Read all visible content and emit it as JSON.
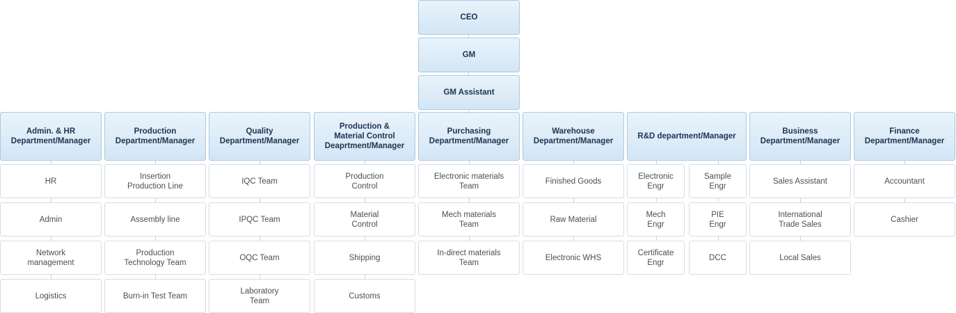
{
  "top": [
    "CEO",
    "GM",
    "GM Assistant"
  ],
  "departments": [
    {
      "title": "Admin. & HR\nDepartment/Manager",
      "items": [
        "HR",
        "Admin",
        "Network\nmanagement",
        "Logistics"
      ]
    },
    {
      "title": "Production\nDepartment/Manager",
      "items": [
        "Insertion\nProduction Line",
        "Assembly line",
        "Production\nTechnology Team",
        "Burn-in Test Team"
      ]
    },
    {
      "title": "Quality\nDepartment/Manager",
      "items": [
        "IQC Team",
        "IPQC Team",
        "OQC Team",
        "Laboratory\nTeam"
      ]
    },
    {
      "title": "Production &\nMaterial Control\nDeaprtment/Manager",
      "items": [
        "Production\nControl",
        "Material\nControl",
        "Shipping",
        "Customs"
      ]
    },
    {
      "title": "Purchasing\nDepartment/Manager",
      "items": [
        "Electronic materials\nTeam",
        "Mech materials\nTeam",
        "In-direct materials\nTeam"
      ]
    },
    {
      "title": "Warehouse\nDepartment/Manager",
      "items": [
        "Finished Goods",
        "Raw Material",
        "Electronic WHS"
      ]
    },
    {
      "title": "R&D department/Manager",
      "items": [
        "Electronic\nEngr",
        "Sample\nEngr",
        "Mech\nEngr",
        "PIE\nEngr",
        "Certificate\nEngr",
        "DCC"
      ]
    },
    {
      "title": "Business\nDepartment/Manager",
      "items": [
        "Sales Assistant",
        "International\nTrade Sales",
        "Local Sales"
      ]
    },
    {
      "title": "Finance\nDepartment/Manager",
      "items": [
        "Accountant",
        "Cashier"
      ]
    }
  ]
}
